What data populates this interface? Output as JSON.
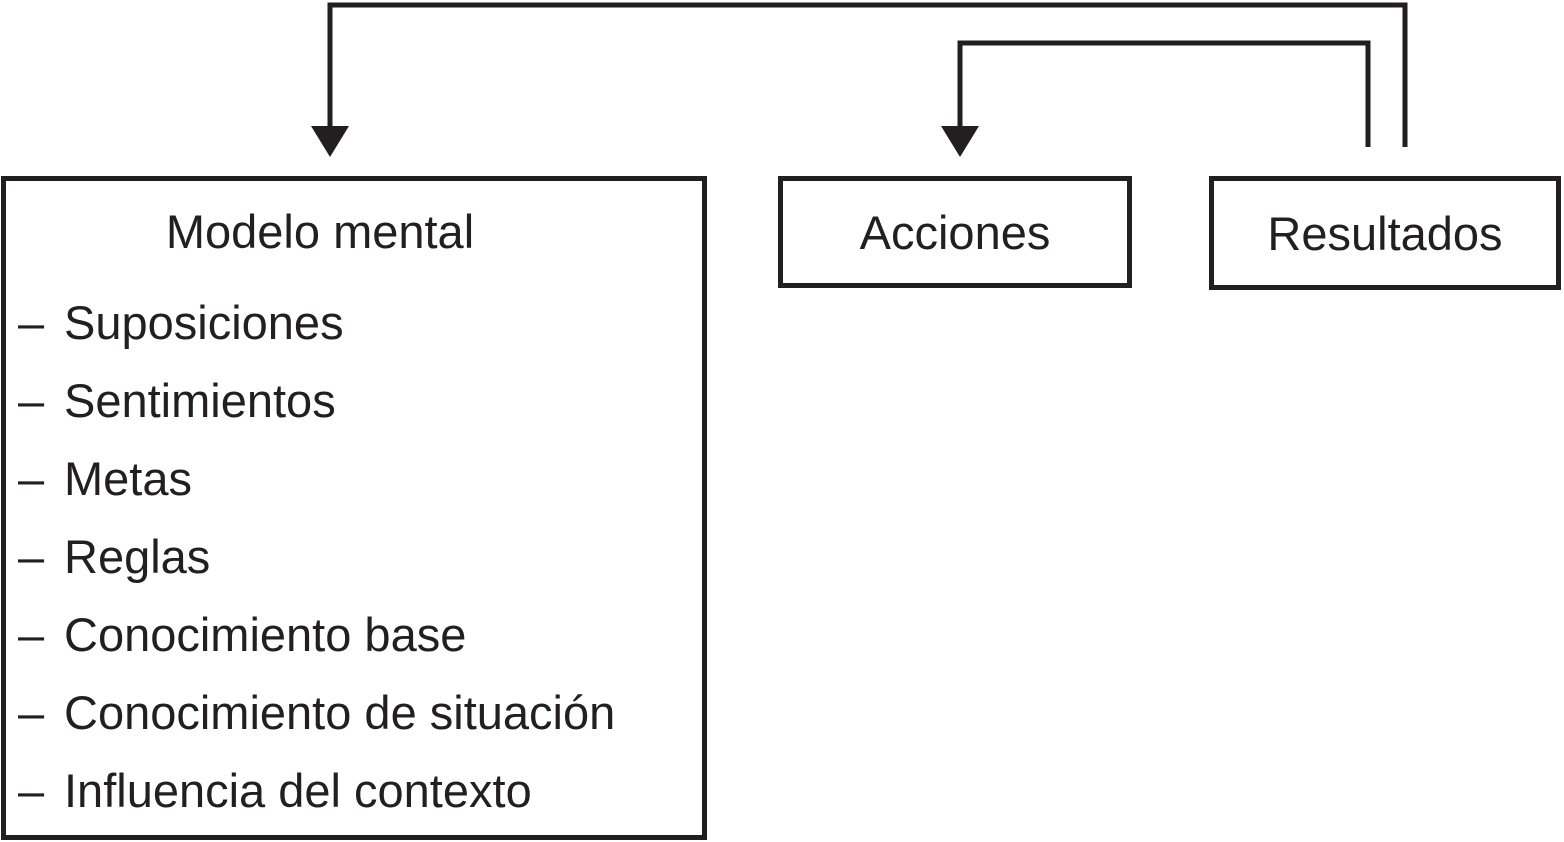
{
  "colors": {
    "background": "#ffffff",
    "ink": "#231f20"
  },
  "boxes": {
    "modelo_mental": {
      "title": "Modelo mental",
      "bullet": "–",
      "items": [
        "Suposiciones",
        "Sentimientos",
        "Metas",
        "Reglas",
        "Conocimiento base",
        "Conocimiento de situación",
        "Influencia del contexto"
      ]
    },
    "acciones": {
      "label": "Acciones"
    },
    "resultados": {
      "label": "Resultados"
    }
  }
}
